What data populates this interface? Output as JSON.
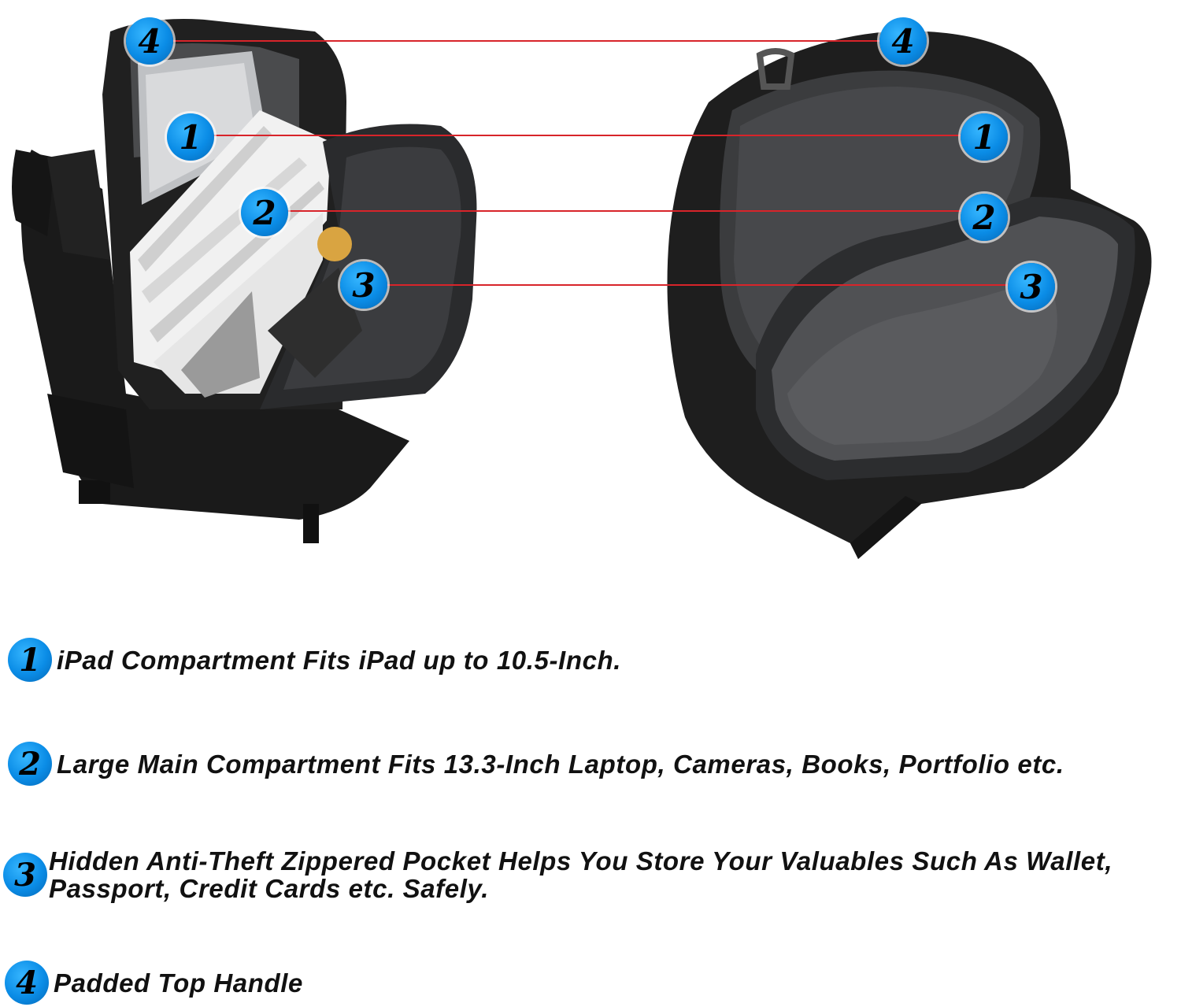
{
  "colors": {
    "badge": "#0a8ce6",
    "connector": "#d8242a",
    "bag": "#1c1c1c",
    "lining": "#3a3b3d"
  },
  "callouts": [
    {
      "number": "1",
      "icon": "number-1-badge-icon"
    },
    {
      "number": "2",
      "icon": "number-2-badge-icon"
    },
    {
      "number": "3",
      "icon": "number-3-badge-icon"
    },
    {
      "number": "4",
      "icon": "number-4-badge-icon"
    }
  ],
  "features": [
    {
      "number": "1",
      "text": "iPad Compartment Fits iPad up to 10.5-Inch."
    },
    {
      "number": "2",
      "text": "Large Main Compartment Fits 13.3-Inch Laptop, Cameras, Books, Portfolio etc."
    },
    {
      "number": "3",
      "line1": "Hidden Anti-Theft Zippered Pocket Helps You Store Your Valuables Such As Wallet,",
      "line2": "Passport, Credit Cards etc. Safely."
    },
    {
      "number": "4",
      "text": "Padded Top Handle"
    }
  ]
}
